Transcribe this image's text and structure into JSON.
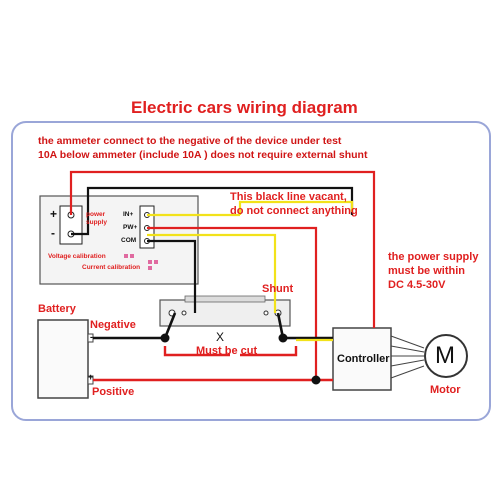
{
  "title": "Electric cars wiring diagram",
  "notes": {
    "ammeter_line1": "the ammeter connect to the negative of the device under test",
    "ammeter_line2": "10A below ammeter (include 10A ) does not require external shunt",
    "black_line_1": "This black line vacant,",
    "black_line_2": "do not connect anything",
    "power_supply_1": "the power supply",
    "power_supply_2": "must be within",
    "power_supply_3": "DC 4.5-30V"
  },
  "meter": {
    "plus": "+",
    "minus": "-",
    "power_supply_1": "power",
    "power_supply_2": "supply",
    "pin_in": "IN+",
    "pin_pw": "PW+",
    "pin_com": "COM",
    "voltage_calibration": "Voltage calibration",
    "current_calibration": "Current calibration"
  },
  "labels": {
    "shunt": "Shunt",
    "battery": "Battery",
    "negative": "Negative",
    "positive": "Positive",
    "must_be_cut": "Must be cut",
    "cut_mark": "X",
    "controller": "Controller",
    "motor_letter": "M",
    "motor": "Motor",
    "battery_minus": "-",
    "battery_plus": "+"
  },
  "colors": {
    "red_wire": "#e02020",
    "black_wire": "#111111",
    "yellow_wire": "#f2e21a",
    "frame": "#9aa6d8"
  }
}
